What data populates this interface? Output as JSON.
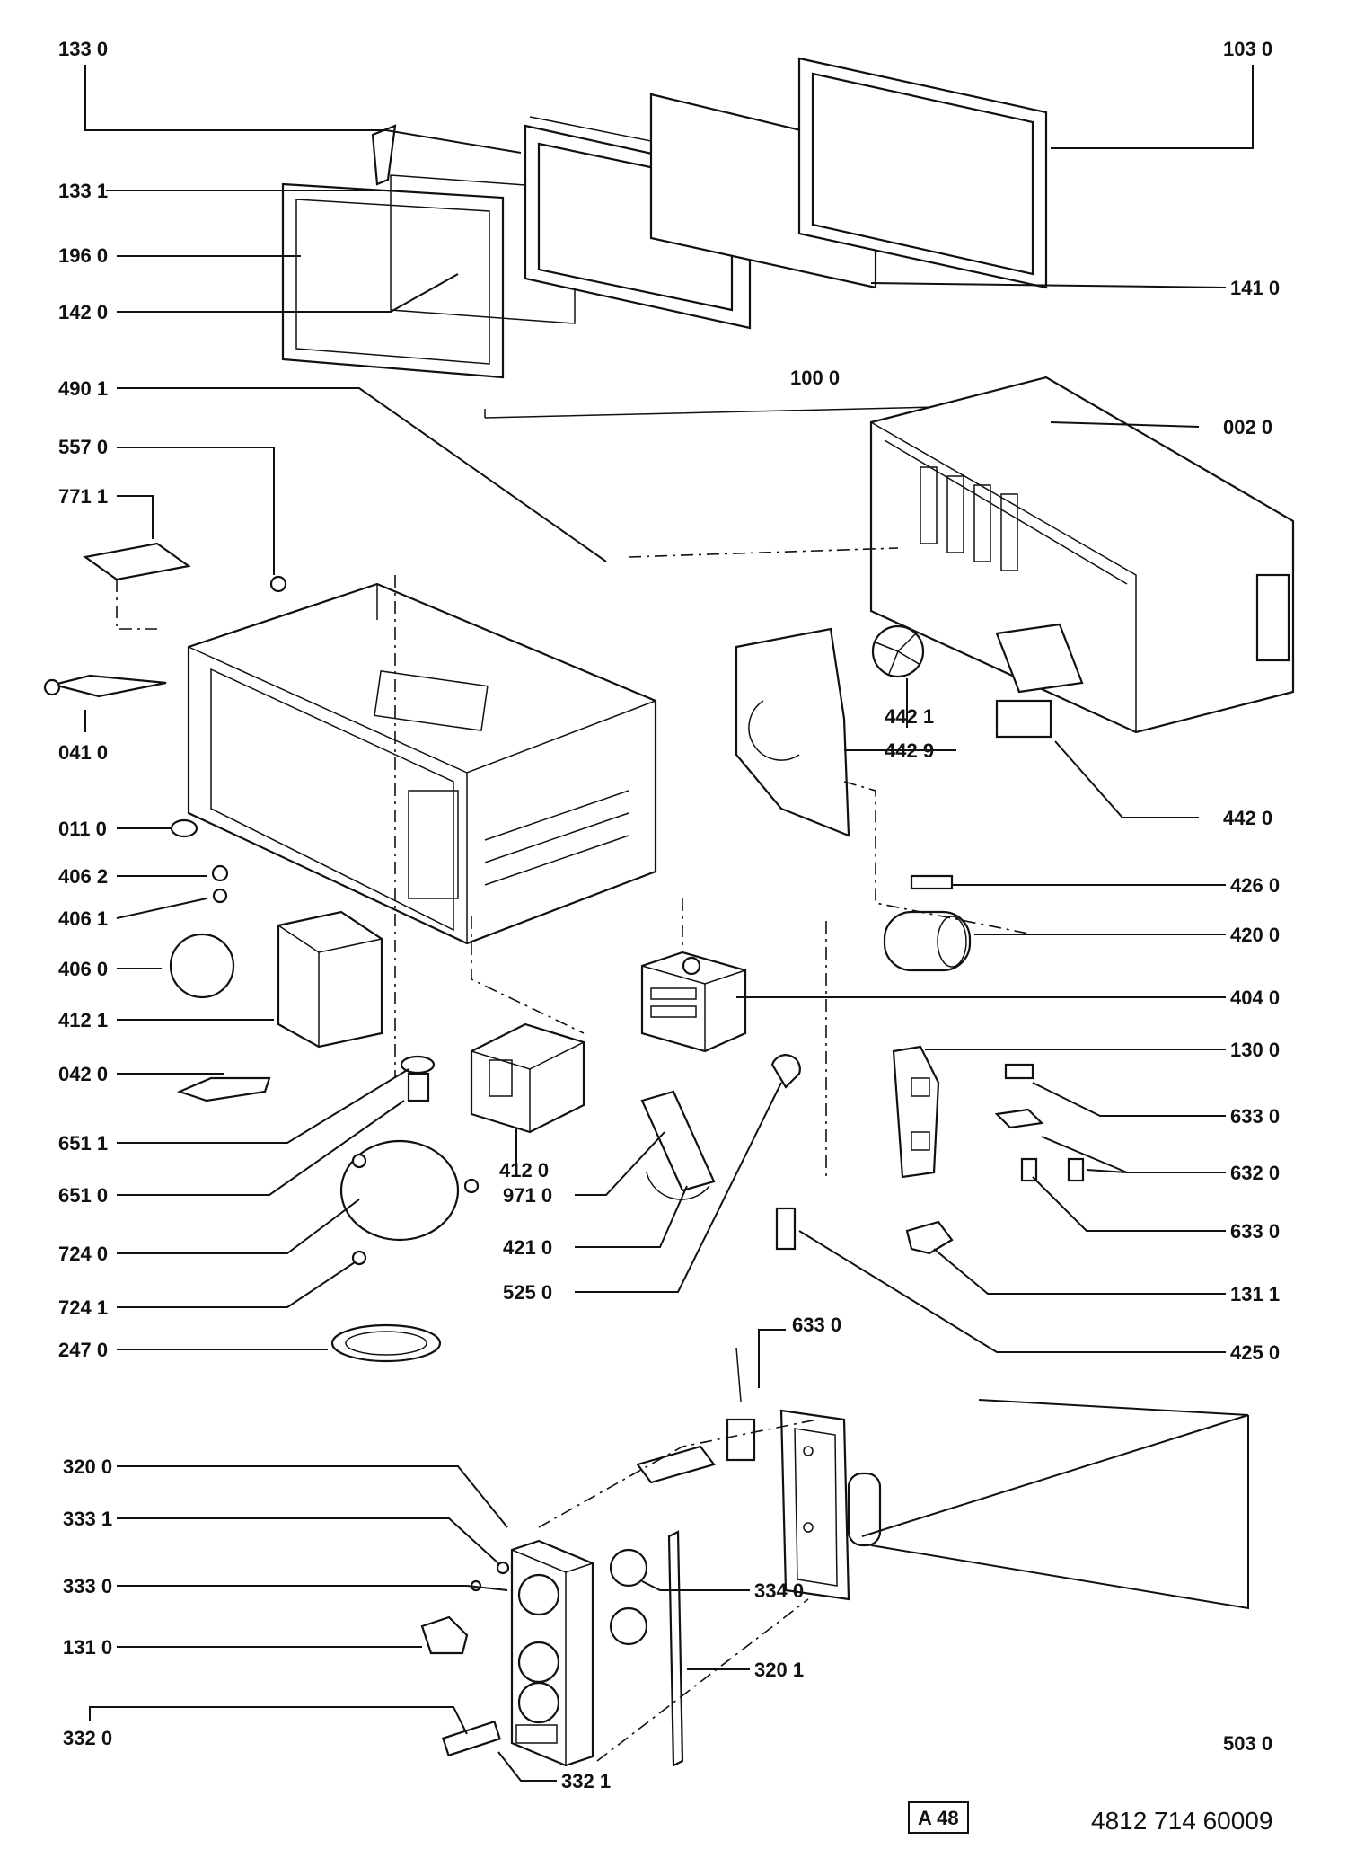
{
  "labels": {
    "l133_0": "133 0",
    "l133_1": "133 1",
    "l196_0": "196 0",
    "l142_0": "142 0",
    "l103_0": "103 0",
    "l141_0": "141 0",
    "l100_0": "100 0",
    "l490_1": "490 1",
    "l557_0": "557 0",
    "l771_1": "771 1",
    "l002_0": "002 0",
    "l041_0": "041 0",
    "l442_1": "442 1",
    "l442_9": "442 9",
    "l442_0": "442 0",
    "l011_0": "011 0",
    "l406_2": "406 2",
    "l406_1": "406 1",
    "l406_0": "406 0",
    "l426_0": "426 0",
    "l420_0": "420 0",
    "l404_0": "404 0",
    "l412_1": "412 1",
    "l130_0": "130 0",
    "l042_0": "042 0",
    "l633_0a": "633 0",
    "l651_1": "651 1",
    "l632_0": "632 0",
    "l651_0": "651 0",
    "l412_0": "412 0",
    "l971_0": "971 0",
    "l633_0b": "633 0",
    "l724_0": "724 0",
    "l421_0": "421 0",
    "l131_1": "131 1",
    "l724_1": "724 1",
    "l525_0": "525 0",
    "l247_0": "247 0",
    "l425_0": "425 0",
    "l633_0c": "633 0",
    "l320_0": "320 0",
    "l333_1": "333 1",
    "l333_0": "333 0",
    "l334_0": "334 0",
    "l131_0": "131 0",
    "l320_1": "320 1",
    "l332_0": "332 0",
    "l503_0": "503 0",
    "l332_1": "332 1"
  },
  "footer": {
    "sheet_code": "A 48",
    "part_number": "4812 714 60009"
  }
}
